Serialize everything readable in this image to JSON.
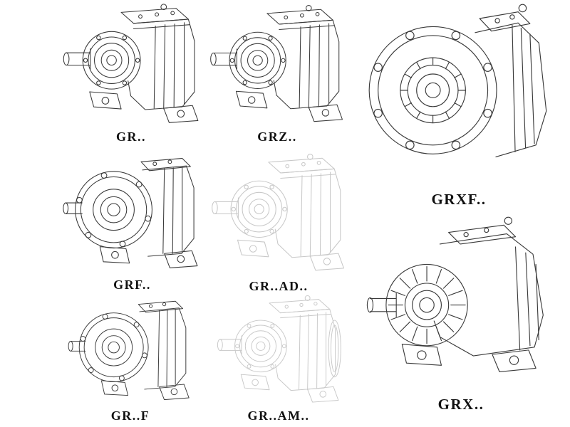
{
  "colors": {
    "page_bg": "#ffffff",
    "line_dark": "#3a3a3a",
    "line_light": "#c8c8c8",
    "label_text": "#111111"
  },
  "models": [
    {
      "id": "gr",
      "label": "GR.."
    },
    {
      "id": "grz",
      "label": "GRZ.."
    },
    {
      "id": "grxf",
      "label": "GRXF.."
    },
    {
      "id": "grf",
      "label": "GRF.."
    },
    {
      "id": "grad",
      "label": "GR..AD.."
    },
    {
      "id": "grx",
      "label": "GRX.."
    },
    {
      "id": "grf2",
      "label": "GR..F"
    },
    {
      "id": "gram",
      "label": "GR..AM.."
    }
  ]
}
